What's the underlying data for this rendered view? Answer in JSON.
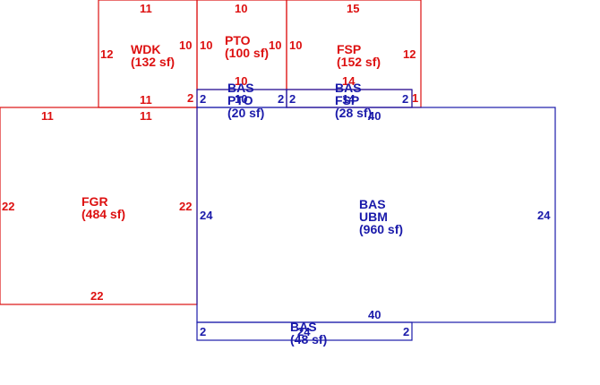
{
  "colors": {
    "red": "#dd1111",
    "blue": "#1a1aaa",
    "background": "#ffffff"
  },
  "areas": {
    "wdk": {
      "code": "WDK",
      "size": "(132 sf)",
      "color": "red",
      "dims": {
        "top": "11",
        "left": "12",
        "right": "10",
        "bottom": "11"
      }
    },
    "pto": {
      "code": "PTO",
      "size": "(100 sf)",
      "color": "red",
      "dims": {
        "top": "10",
        "left": "10",
        "right": "10",
        "bottom": "10"
      }
    },
    "fsp": {
      "code": "FSP",
      "size": "(152 sf)",
      "color": "red",
      "dims": {
        "top": "15",
        "left": "10",
        "right": "12",
        "bottom": "14"
      }
    },
    "fgr": {
      "code": "FGR",
      "size": "(484 sf)",
      "color": "red",
      "dims": {
        "top": "11",
        "top2": "11",
        "left": "22",
        "right": "22",
        "bottom": "22"
      }
    },
    "bas_pto": {
      "line1": "BAS",
      "line2": "PTO",
      "size": "(20 sf)",
      "color": "blue",
      "dims": {
        "left": "2",
        "right": "2",
        "top": "10"
      }
    },
    "bas_fsp": {
      "line1": "BAS",
      "line2": "FSP",
      "size": "(28 sf)",
      "color": "blue",
      "dims": {
        "left": "2",
        "right": "2",
        "top": "14"
      }
    },
    "bas_ubm": {
      "line1": "BAS",
      "line2": "UBM",
      "size": "(960 sf)",
      "color": "blue",
      "dims": {
        "top": "40",
        "left": "24",
        "right": "24",
        "bottom": "40"
      }
    },
    "bas_bottom": {
      "line1": "BAS",
      "size": "(48 sf)",
      "color": "blue",
      "dims": {
        "left": "2",
        "right": "2",
        "top": "24"
      }
    },
    "misc": {
      "wdk_right_small": "2",
      "fsp_right_small": "1"
    }
  }
}
